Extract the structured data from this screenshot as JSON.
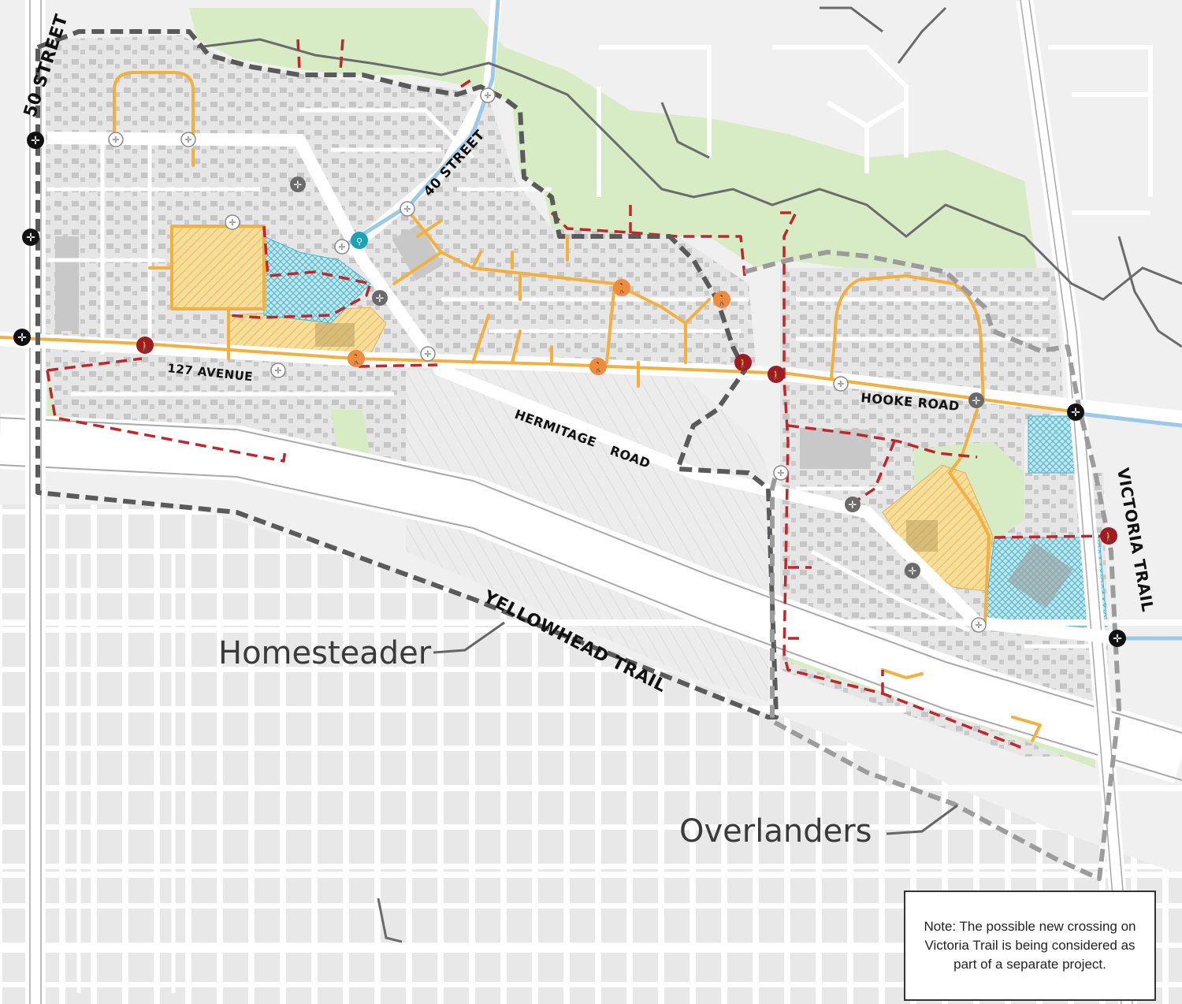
{
  "map": {
    "colors": {
      "background": "#f0f0f0",
      "block": "#e3e3e3",
      "house": "#bfbfbf",
      "building": "#c8c8c8",
      "street": "#ffffff",
      "major_road": "#a9a9a9",
      "green_space": "#d7ebc4",
      "trail_orange": "#f4b03f",
      "trail_red_dashed": "#c0272d",
      "boundary_dark": "#5a5a5a",
      "boundary_light": "#9c9c9c",
      "water_line": "#9cc9ea",
      "school_site_fill": "#f6dd98",
      "park_site_fill": "#a9dde6",
      "icon_intersection_black": "#111111",
      "icon_intersection_gray": "#6a6a6a",
      "icon_pedestrian_orange": "#f08a3d",
      "icon_pedestrian_red": "#9f1d22",
      "icon_bike_teal": "#1aa3b5"
    },
    "road_labels": {
      "street_50": "50 STREET",
      "street_40": "40 STREET",
      "avenue_127": "127 AVENUE",
      "hermitage_road_1": "HERMITAGE",
      "hermitage_road_2": "ROAD",
      "hooke_road": "HOOKE ROAD",
      "victoria_trail": "VICTORIA TRAIL",
      "yellowhead_trail": "YELLOWHEAD TRAIL"
    },
    "neighbourhoods": {
      "homesteader": "Homesteader",
      "overlanders": "Overlanders"
    },
    "icons": {
      "intersection": "arrows-cross-icon",
      "pedestrian": "pedestrian-icon",
      "bike": "bicycle-icon"
    }
  },
  "note": {
    "text": "Note: The possible new crossing on Victoria Trail is being considered as part of a separate project."
  }
}
